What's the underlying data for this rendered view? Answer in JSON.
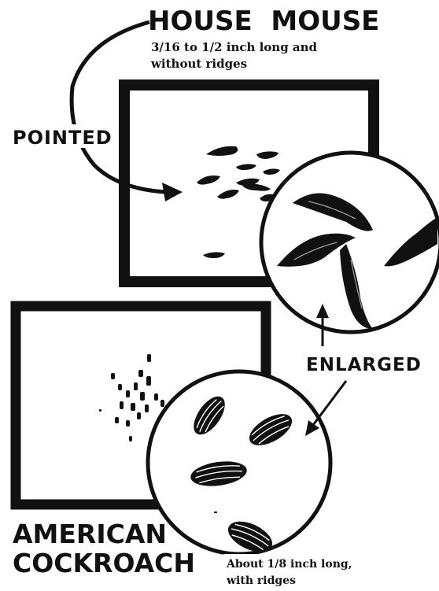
{
  "house_mouse": {
    "title": "HOUSE  MOUSE",
    "size_line1": "3/16 to 1/2 inch long and",
    "size_line2": "without ridges",
    "pointer_label": "POINTED"
  },
  "enlarged_label": "ENLARGED",
  "american_cockroach": {
    "title_line1": "AMERICAN",
    "title_line2": "COCKROACH",
    "size_line1": "About 1/8 inch long,",
    "size_line2": "with ridges"
  },
  "colors": {
    "ink": "#111111",
    "paper": "#ffffff"
  }
}
